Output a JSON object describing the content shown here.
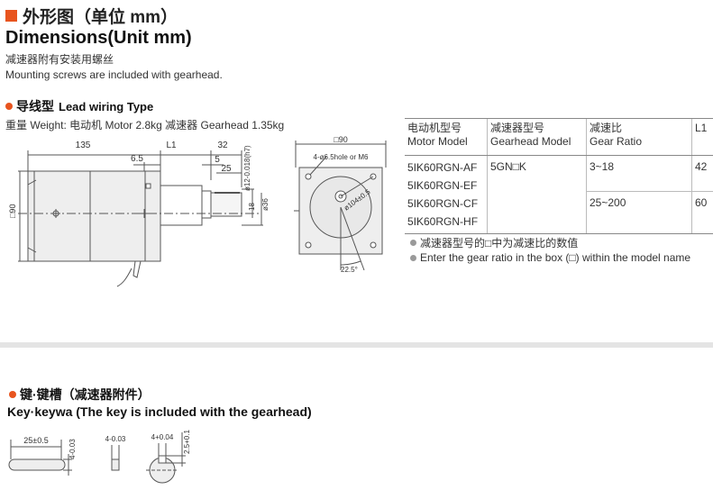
{
  "header": {
    "title_cn": "外形图（单位 mm）",
    "title_en": "Dimensions(Unit mm)",
    "note_cn": "减速器附有安装用螺丝",
    "note_en": "Mounting screws are included with gearhead."
  },
  "lead_section": {
    "title_cn": "导线型",
    "title_en": "Lead wiring Type",
    "weight": "重量 Weight: 电动机 Motor 2.8kg  减速器 Gearhead 1.35kg"
  },
  "side_view": {
    "dim_135": "135",
    "dim_L1": "L1",
    "dim_32": "32",
    "dim_6_5": "6.5",
    "dim_5": "5",
    "dim_25": "25",
    "dim_90": "□90",
    "dim_shaft": "ø12-0.018(h7)",
    "dim_18": "18",
    "dim_36": "ø36"
  },
  "front_view": {
    "dim_90": "□90",
    "holes": "4-ø6.5hole or M6",
    "pcd": "ø104±0.5",
    "angle": "22.5°"
  },
  "table": {
    "headers": [
      {
        "cn": "电动机型号",
        "en": "Motor Model"
      },
      {
        "cn": "减速器型号",
        "en": "Gearhead Model"
      },
      {
        "cn": "减速比",
        "en": "Gear Ratio"
      },
      {
        "cn": "L1",
        "en": ""
      }
    ],
    "motor_models": [
      "5IK60RGN-AF",
      "5IK60RGN-EF",
      "5IK60RGN-CF",
      "5IK60RGN-HF"
    ],
    "gearhead_model": "5GN□K",
    "ratios": [
      {
        "ratio": "3~18",
        "l1": "42"
      },
      {
        "ratio": "25~200",
        "l1": "60"
      }
    ],
    "note_cn": "减速器型号的□中为减速比的数值",
    "note_en": "Enter the gear ratio in the box (□) within the model name"
  },
  "key_section": {
    "title_cn": "键·键槽（减速器附件）",
    "title_en": "Key·keywa (The key is included with the gearhead)",
    "dim_len": "25±0.5",
    "dim_h": "4-0.03",
    "dim_w": "4-0.03",
    "dim_slot_w": "4+0.04",
    "dim_slot_d": "2.5+0.1"
  }
}
